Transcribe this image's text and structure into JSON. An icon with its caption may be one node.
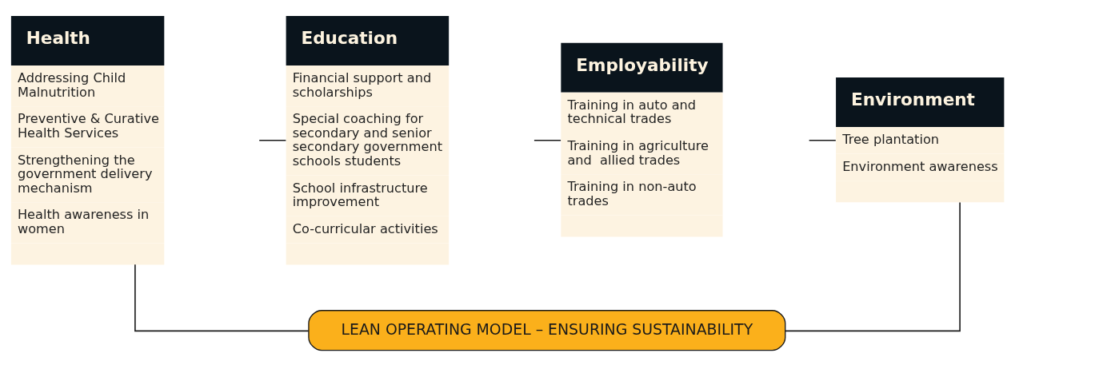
{
  "diagram": {
    "nodes": [
      {
        "text": [
          "Health",
          "Addressing Child Malnutrition",
          "Preventive & Curative Health Services",
          "Strengthening the government delivery mechanism",
          "Health awareness in women"
        ]
      },
      {
        "text": [
          "Education",
          "Financial support and scholarships",
          "Special coaching for secondary and senior secondary government schools students",
          "School infrastructure improvement",
          "Co-curricular activities"
        ]
      },
      {
        "text": [
          "Employability",
          "Training in auto and technical trades",
          "Training in agriculture and  allied trades",
          "Training in non-auto trades"
        ]
      },
      {
        "text": [
          "Environment",
          "Tree plantation",
          "Environment awareness"
        ]
      },
      {
        "text": [
          "LEAN OPERATING MODEL – ENSURING SUSTAINABILITY"
        ]
      }
    ],
    "edges": [
      {
        "from": 0,
        "to": 1,
        "arrow": "none"
      },
      {
        "from": 1,
        "to": 2,
        "arrow": "none"
      },
      {
        "from": 2,
        "to": 3,
        "arrow": "none"
      },
      {
        "from": 0,
        "to": 4,
        "arrow": "none"
      },
      {
        "from": 3,
        "to": 4,
        "arrow": "none"
      }
    ]
  }
}
